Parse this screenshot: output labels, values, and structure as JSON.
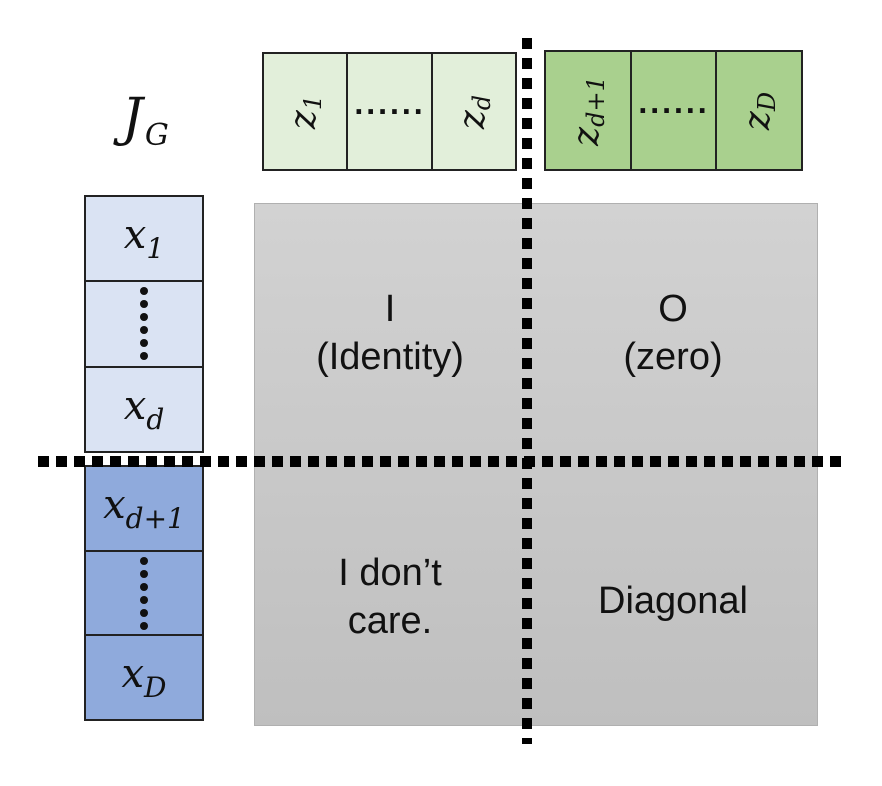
{
  "title": {
    "main": "J",
    "sub": "G"
  },
  "latent_top": {
    "first_block": [
      {
        "var": "z",
        "sub": "1"
      },
      {
        "ellipsis": "......"
      },
      {
        "var": "z",
        "sub": "d"
      }
    ],
    "second_block": [
      {
        "var": "z",
        "sub": "d+1"
      },
      {
        "ellipsis": "......"
      },
      {
        "var": "z",
        "sub": "D"
      }
    ],
    "colors": {
      "first_block": "#e2efda",
      "second_block": "#a9d08e"
    }
  },
  "input_left": {
    "first_block": [
      {
        "var": "x",
        "sub": "1"
      },
      {
        "ellipsis": "vertical-dots"
      },
      {
        "var": "x",
        "sub": "d"
      }
    ],
    "second_block": [
      {
        "var": "x",
        "sub": "d+1"
      },
      {
        "ellipsis": "vertical-dots"
      },
      {
        "var": "x",
        "sub": "D"
      }
    ],
    "colors": {
      "first_block": "#dae3f3",
      "second_block": "#8faadc"
    }
  },
  "matrix": {
    "top_left": {
      "line1": "I",
      "line2": "(Identity)"
    },
    "top_right": {
      "line1": "O",
      "line2": "(zero)"
    },
    "bottom_left": {
      "line1": "I don’t",
      "line2": "care."
    },
    "bottom_right": {
      "line1": "Diagonal"
    },
    "color": "#c8c8c8"
  }
}
